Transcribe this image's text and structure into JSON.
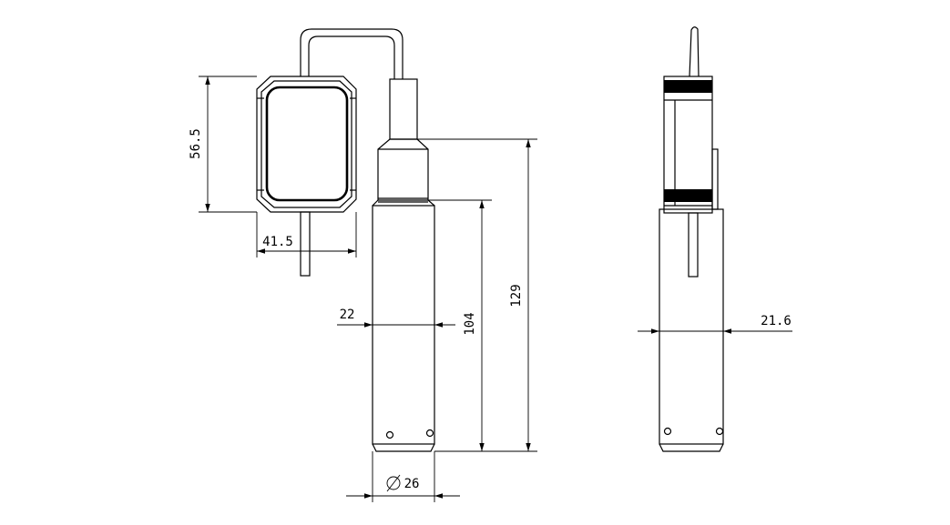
{
  "dimensions": {
    "transmitter_height": "56.5",
    "transmitter_width": "41.5",
    "probe_body_width": "22",
    "probe_length": "104",
    "overall_length": "129",
    "probe_diameter": "26",
    "side_view_width": "21.6"
  }
}
